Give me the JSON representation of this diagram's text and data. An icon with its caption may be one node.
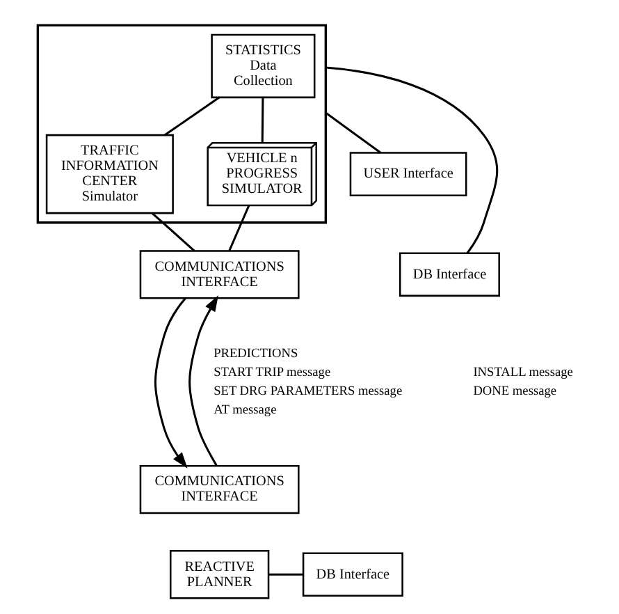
{
  "diagram": {
    "nodes": [
      {
        "text": [],
        "shape": "box"
      },
      {
        "text": [
          "STATISTICS Data Collection"
        ],
        "in": 0
      },
      {
        "text": [
          "TRAFFIC INFORMATION CENTER Simulator"
        ],
        "in": 0
      },
      {
        "text": [
          "VEHICLE n PROGRESS SIMULATOR"
        ],
        "in": 0
      },
      {
        "text": [
          "USER Interface"
        ]
      },
      {
        "text": [
          "DB Interface"
        ]
      },
      {
        "text": [
          "COMMUNICATIONS INTERFACE"
        ]
      },
      {
        "text": [
          "COMMUNICATIONS INTERFACE"
        ]
      },
      {
        "text": [
          "REACTIVE PLANNER"
        ]
      },
      {
        "text": [
          "DB Interface"
        ]
      }
    ],
    "edges": [
      {
        "from": 1,
        "to": 2,
        "arrow": "none"
      },
      {
        "from": 1,
        "to": 3,
        "arrow": "none"
      },
      {
        "from": 2,
        "to": 6,
        "arrow": "none"
      },
      {
        "from": 3,
        "to": 6,
        "arrow": "none"
      },
      {
        "from": 0,
        "to": 4,
        "arrow": "none"
      },
      {
        "from": 0,
        "to": 5,
        "arrow": "none"
      },
      {
        "from": 6,
        "to": 7,
        "arrow": "to"
      },
      {
        "from": 7,
        "to": 6,
        "arrow": "to"
      },
      {
        "from": 8,
        "to": 9,
        "arrow": "none"
      }
    ],
    "labels": [
      "PREDICTIONS",
      "START TRIP message",
      "SET DRG PARAMETERS message",
      "AT message",
      "INSTALL message",
      "DONE message"
    ]
  }
}
